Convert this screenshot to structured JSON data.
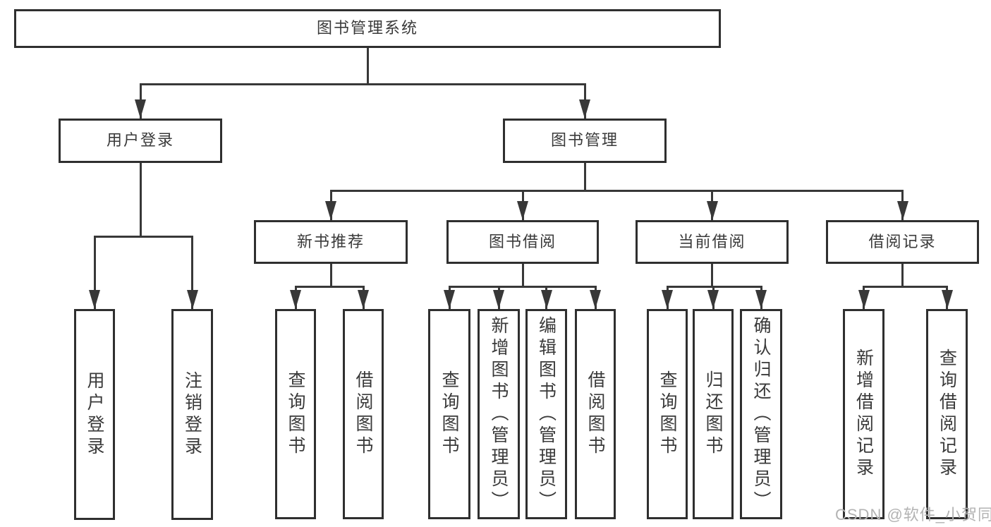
{
  "diagram": {
    "title": "图书管理系统",
    "watermark": "CSDN @软件_小贺同学",
    "colors": {
      "line": "#383838",
      "box_border": "#2f2f2f",
      "box_fill": "#ffffff",
      "text": "#3a3a3a",
      "watermark": "#b3b3b3"
    },
    "nodes": [
      {
        "id": "root",
        "label": "图书管理系统",
        "parent": null,
        "orientation": "horizontal"
      },
      {
        "id": "user-login",
        "label": "用户登录",
        "parent": "root",
        "orientation": "horizontal"
      },
      {
        "id": "book-mgmt",
        "label": "图书管理",
        "parent": "root",
        "orientation": "horizontal"
      },
      {
        "id": "leaf-user-login",
        "label": "用户登录",
        "parent": "user-login",
        "orientation": "vertical"
      },
      {
        "id": "leaf-logout",
        "label": "注销登录",
        "parent": "user-login",
        "orientation": "vertical"
      },
      {
        "id": "new-book-rec",
        "label": "新书推荐",
        "parent": "book-mgmt",
        "orientation": "horizontal"
      },
      {
        "id": "book-borrow",
        "label": "图书借阅",
        "parent": "book-mgmt",
        "orientation": "horizontal"
      },
      {
        "id": "current-borrow",
        "label": "当前借阅",
        "parent": "book-mgmt",
        "orientation": "horizontal"
      },
      {
        "id": "borrow-records",
        "label": "借阅记录",
        "parent": "book-mgmt",
        "orientation": "horizontal"
      },
      {
        "id": "nbr-query-books",
        "label": "查询图书",
        "parent": "new-book-rec",
        "orientation": "vertical"
      },
      {
        "id": "nbr-borrow-books",
        "label": "借阅图书",
        "parent": "new-book-rec",
        "orientation": "vertical"
      },
      {
        "id": "bb-query-books",
        "label": "查询图书",
        "parent": "book-borrow",
        "orientation": "vertical"
      },
      {
        "id": "bb-add-books",
        "label": "新增图书（管理员）",
        "parent": "book-borrow",
        "orientation": "vertical"
      },
      {
        "id": "bb-edit-books",
        "label": "编辑图书（管理员）",
        "parent": "book-borrow",
        "orientation": "vertical"
      },
      {
        "id": "bb-borrow-books",
        "label": "借阅图书",
        "parent": "book-borrow",
        "orientation": "vertical"
      },
      {
        "id": "cb-query-books",
        "label": "查询图书",
        "parent": "current-borrow",
        "orientation": "vertical"
      },
      {
        "id": "cb-return-books",
        "label": "归还图书",
        "parent": "current-borrow",
        "orientation": "vertical"
      },
      {
        "id": "cb-confirm-return",
        "label": "确认归还（管理员）",
        "parent": "current-borrow",
        "orientation": "vertical"
      },
      {
        "id": "br-add-record",
        "label": "新增借阅记录",
        "parent": "borrow-records",
        "orientation": "vertical"
      },
      {
        "id": "br-query-record",
        "label": "查询借阅记录",
        "parent": "borrow-records",
        "orientation": "vertical"
      }
    ]
  }
}
